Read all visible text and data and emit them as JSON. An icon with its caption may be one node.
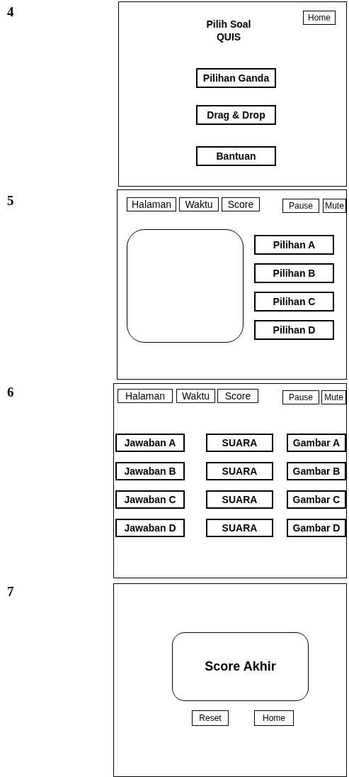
{
  "diagram": {
    "nodes": [
      {
        "text": [
          "Pilih Soal QUIS"
        ]
      },
      {
        "text": [
          "Home"
        ],
        "in": 0
      },
      {
        "text": [
          "Pilihan Ganda"
        ],
        "in": 0
      },
      {
        "text": [
          "Drag & Drop"
        ],
        "in": 0
      },
      {
        "text": [
          "Bantuan"
        ],
        "in": 0
      },
      {
        "text": [],
        "shape": "box"
      },
      {
        "text": [
          "Halaman"
        ],
        "in": 5
      },
      {
        "text": [
          "Waktu"
        ],
        "in": 5
      },
      {
        "text": [
          "Score"
        ],
        "in": 5
      },
      {
        "text": [
          "Pause"
        ],
        "in": 5
      },
      {
        "text": [
          "Mute"
        ],
        "in": 5
      },
      {
        "text": [],
        "shape": "box",
        "in": 5
      },
      {
        "text": [
          "Pilihan A"
        ],
        "in": 5
      },
      {
        "text": [
          "Pilihan B"
        ],
        "in": 5
      },
      {
        "text": [
          "Pilihan C"
        ],
        "in": 5
      },
      {
        "text": [
          "Pilihan D"
        ],
        "in": 5
      },
      {
        "text": [],
        "shape": "box"
      },
      {
        "text": [
          "Halaman"
        ],
        "in": 16
      },
      {
        "text": [
          "Waktu"
        ],
        "in": 16
      },
      {
        "text": [
          "Score"
        ],
        "in": 16
      },
      {
        "text": [
          "Pause"
        ],
        "in": 16
      },
      {
        "text": [
          "Mute"
        ],
        "in": 16
      },
      {
        "text": [
          "Jawaban A"
        ],
        "in": 16
      },
      {
        "text": [
          "SUARA"
        ],
        "in": 16
      },
      {
        "text": [
          "Gambar A"
        ],
        "in": 16
      },
      {
        "text": [
          "Jawaban B"
        ],
        "in": 16
      },
      {
        "text": [
          "SUARA"
        ],
        "in": 16
      },
      {
        "text": [
          "Gambar B"
        ],
        "in": 16
      },
      {
        "text": [
          "Jawaban C"
        ],
        "in": 16
      },
      {
        "text": [
          "SUARA"
        ],
        "in": 16
      },
      {
        "text": [
          "Gambar C"
        ],
        "in": 16
      },
      {
        "text": [
          "Jawaban D"
        ],
        "in": 16
      },
      {
        "text": [
          "SUARA"
        ],
        "in": 16
      },
      {
        "text": [
          "Gambar D"
        ],
        "in": 16
      },
      {
        "text": [],
        "shape": "box"
      },
      {
        "text": [
          "Score Akhir"
        ],
        "in": 34
      },
      {
        "text": [
          "Reset"
        ],
        "in": 34
      },
      {
        "text": [
          "Home"
        ],
        "in": 34
      }
    ],
    "labels": [
      "4",
      "5",
      "6",
      "7"
    ]
  }
}
